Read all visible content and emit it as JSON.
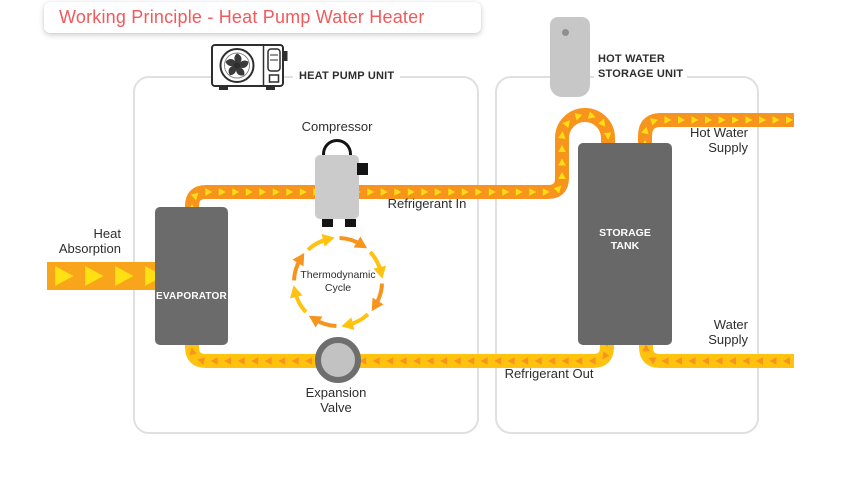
{
  "title": "Working Principle - Heat Pump Water Heater",
  "panels": {
    "heat_pump": {
      "label": "HEAT PUMP UNIT"
    },
    "storage": {
      "label": "HOT WATER\nSTORAGE UNIT"
    }
  },
  "icons": {
    "heat_pump": "outdoor-unit-fan-icon",
    "storage": "water-heater-tank-icon"
  },
  "components": {
    "compressor": "Compressor",
    "evaporator": "EVAPORATOR",
    "storage_tank": "STORAGE\nTANK",
    "expansion_valve": "Expansion\nValve",
    "thermodynamic_cycle": "Thermodynamic\nCycle"
  },
  "flows": {
    "heat_absorption": "Heat\nAbsorption",
    "refrigerant_in": "Refrigerant In",
    "refrigerant_out": "Refrigerant Out",
    "hot_water_supply": "Hot Water\nSupply",
    "water_supply": "Water\nSupply"
  },
  "colors": {
    "title_red": "#F2595B",
    "pipe_orange": "#F7941D",
    "pipe_gold": "#FFC20E",
    "arrow_yellow": "#FFDD15",
    "arrow_orange": "#F7941D",
    "heat_band_orange": "#F9A51C",
    "heat_band_arrow": "#FFE013",
    "component_dark_gray": "#6B6B6B",
    "component_light_gray": "#CBCBCB",
    "valve_ring_gray": "#6E6E6E",
    "panel_border_gray": "#E0E0E0",
    "label_dark": "#2E2E2E"
  }
}
